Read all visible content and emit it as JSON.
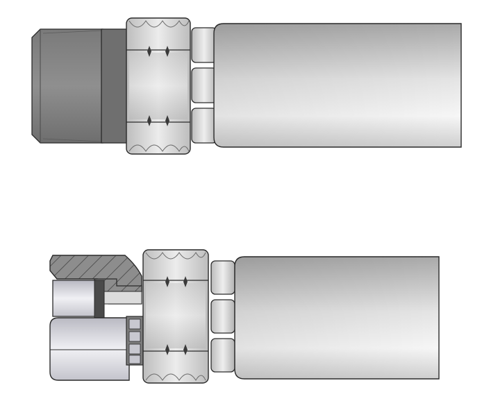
{
  "figure": {
    "background": "#ffffff",
    "outline_color": "#2a2a2a",
    "fittings": [
      {
        "id": "male-pipe-thread-fitting",
        "style": "external"
      },
      {
        "id": "female-swivel-fitting",
        "style": "sectioned"
      }
    ]
  }
}
